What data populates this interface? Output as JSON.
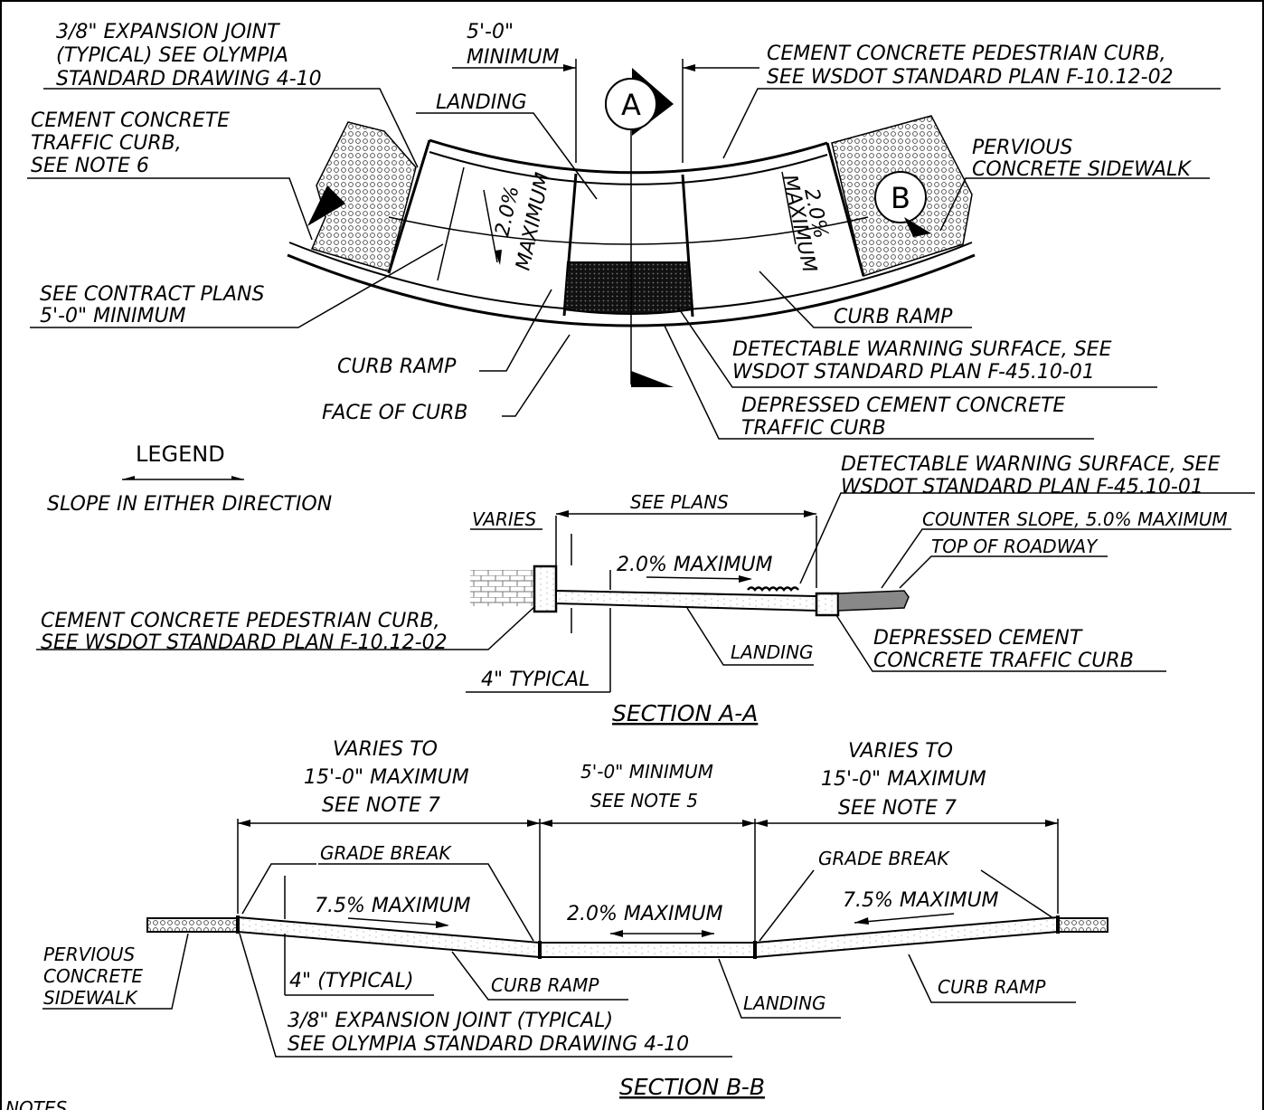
{
  "plan": {
    "expansion_joint": [
      "3/8\" EXPANSION JOINT",
      "(TYPICAL) SEE OLYMPIA",
      "STANDARD DRAWING 4-10"
    ],
    "min_width": [
      "5'-0\"",
      "MINIMUM"
    ],
    "section_a_marker": "A",
    "section_b_marker": "B",
    "ped_curb": [
      "CEMENT CONCRETE PEDESTRIAN CURB,",
      "SEE WSDOT STANDARD PLAN F-10.12-02"
    ],
    "landing": "LANDING",
    "traffic_curb": [
      "CEMENT CONCRETE",
      "TRAFFIC CURB,",
      "SEE NOTE 6"
    ],
    "pervious_sidewalk": [
      "PERVIOUS",
      "CONCRETE SIDEWALK"
    ],
    "slope_left": [
      "2.0%",
      "MAXIMUM"
    ],
    "slope_right": [
      "2.0%",
      "MAXIMUM"
    ],
    "contract_plans": [
      "SEE CONTRACT PLANS",
      "5'-0\" MINIMUM"
    ],
    "curb_ramp_right": "CURB RAMP",
    "curb_ramp_left": "CURB RAMP",
    "detectable": [
      "DETECTABLE WARNING SURFACE, SEE",
      "WSDOT STANDARD PLAN F-45.10-01"
    ],
    "face_of_curb": "FACE OF CURB",
    "depressed_curb": [
      "DEPRESSED CEMENT CONCRETE",
      "TRAFFIC CURB"
    ]
  },
  "legend": {
    "title": "LEGEND",
    "description": "SLOPE IN EITHER DIRECTION"
  },
  "section_aa": {
    "detectable": [
      "DETECTABLE WARNING SURFACE, SEE",
      "WSDOT STANDARD PLAN F-45.10-01"
    ],
    "varies": "VARIES",
    "see_plans": "SEE PLANS",
    "counter_slope": "COUNTER SLOPE, 5.0% MAXIMUM",
    "top_of_roadway": "TOP OF ROADWAY",
    "slope": "2.0% MAXIMUM",
    "ped_curb": [
      "CEMENT CONCRETE PEDESTRIAN CURB,",
      "SEE WSDOT STANDARD PLAN F-10.12-02"
    ],
    "landing": "LANDING",
    "depressed_curb": [
      "DEPRESSED CEMENT",
      "CONCRETE TRAFFIC CURB"
    ],
    "thickness": "4\" TYPICAL",
    "title": "SECTION A-A"
  },
  "section_bb": {
    "left_dim": [
      "VARIES TO",
      "15'-0\" MAXIMUM",
      "SEE NOTE 7"
    ],
    "mid_dim": [
      "5'-0\" MINIMUM",
      "SEE NOTE 5"
    ],
    "right_dim": [
      "VARIES TO",
      "15'-0\" MAXIMUM",
      "SEE NOTE 7"
    ],
    "grade_break_left": "GRADE BREAK",
    "grade_break_right": "GRADE BREAK",
    "slope_left": "7.5% MAXIMUM",
    "slope_mid": "2.0% MAXIMUM",
    "slope_right": "7.5% MAXIMUM",
    "pervious_sidewalk": [
      "PERVIOUS",
      "CONCRETE",
      "SIDEWALK"
    ],
    "thickness": "4\" (TYPICAL)",
    "curb_ramp_left": "CURB RAMP",
    "landing": "LANDING",
    "curb_ramp_right": "CURB RAMP",
    "expansion_joint": [
      "3/8\" EXPANSION JOINT (TYPICAL)",
      "SEE OLYMPIA STANDARD DRAWING 4-10"
    ],
    "title": "SECTION B-B"
  },
  "notes_heading": "NOTES"
}
